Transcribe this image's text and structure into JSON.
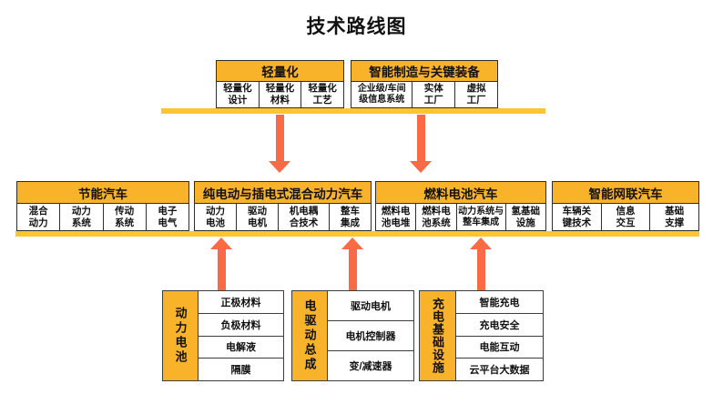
{
  "title": "技术路线图",
  "colors": {
    "header_yellow": "#F9B32B",
    "bar_yellow": "#FDC532",
    "arrow_orange": "#F96A45",
    "border_dark": "#2d2d2d"
  },
  "top": {
    "groups": [
      {
        "header": "轻量化",
        "cells": [
          "轻量化\n设计",
          "轻量化\n材料",
          "轻量化\n工艺"
        ]
      },
      {
        "header": "智能制造与关键装备",
        "cells": [
          "企业级/车间\n级信息系统",
          "实体\n工厂",
          "虚拟\n工厂"
        ]
      }
    ]
  },
  "middle": {
    "groups": [
      {
        "header": "节能汽车",
        "cells": [
          "混合\n动力",
          "动力\n系统",
          "传动\n系统",
          "电子\n电气"
        ]
      },
      {
        "header": "纯电动与插电式混合动力汽车",
        "cells": [
          "动力\n电池",
          "驱动\n电机",
          "机电耦\n合技术",
          "整车\n集成"
        ]
      },
      {
        "header": "燃料电池汽车",
        "cells": [
          "燃料电\n池电堆",
          "燃料电\n池系统",
          "动力系统与\n整车集成",
          "氢基础\n设施"
        ]
      },
      {
        "header": "智能网联汽车",
        "cells": [
          "车辆关\n键技术",
          "信息\n交互",
          "基础\n支撑"
        ]
      }
    ]
  },
  "bottom": {
    "groups": [
      {
        "label": "动力电池",
        "items": [
          "正极材料",
          "负极材料",
          "电解液",
          "隔膜"
        ]
      },
      {
        "label": "电驱动总成",
        "items": [
          "驱动电机",
          "电机控制器",
          "变/减速器"
        ]
      },
      {
        "label": "充电基础设施",
        "items": [
          "智能充电",
          "充电安全",
          "电能互动",
          "云平台大数据"
        ]
      }
    ]
  }
}
